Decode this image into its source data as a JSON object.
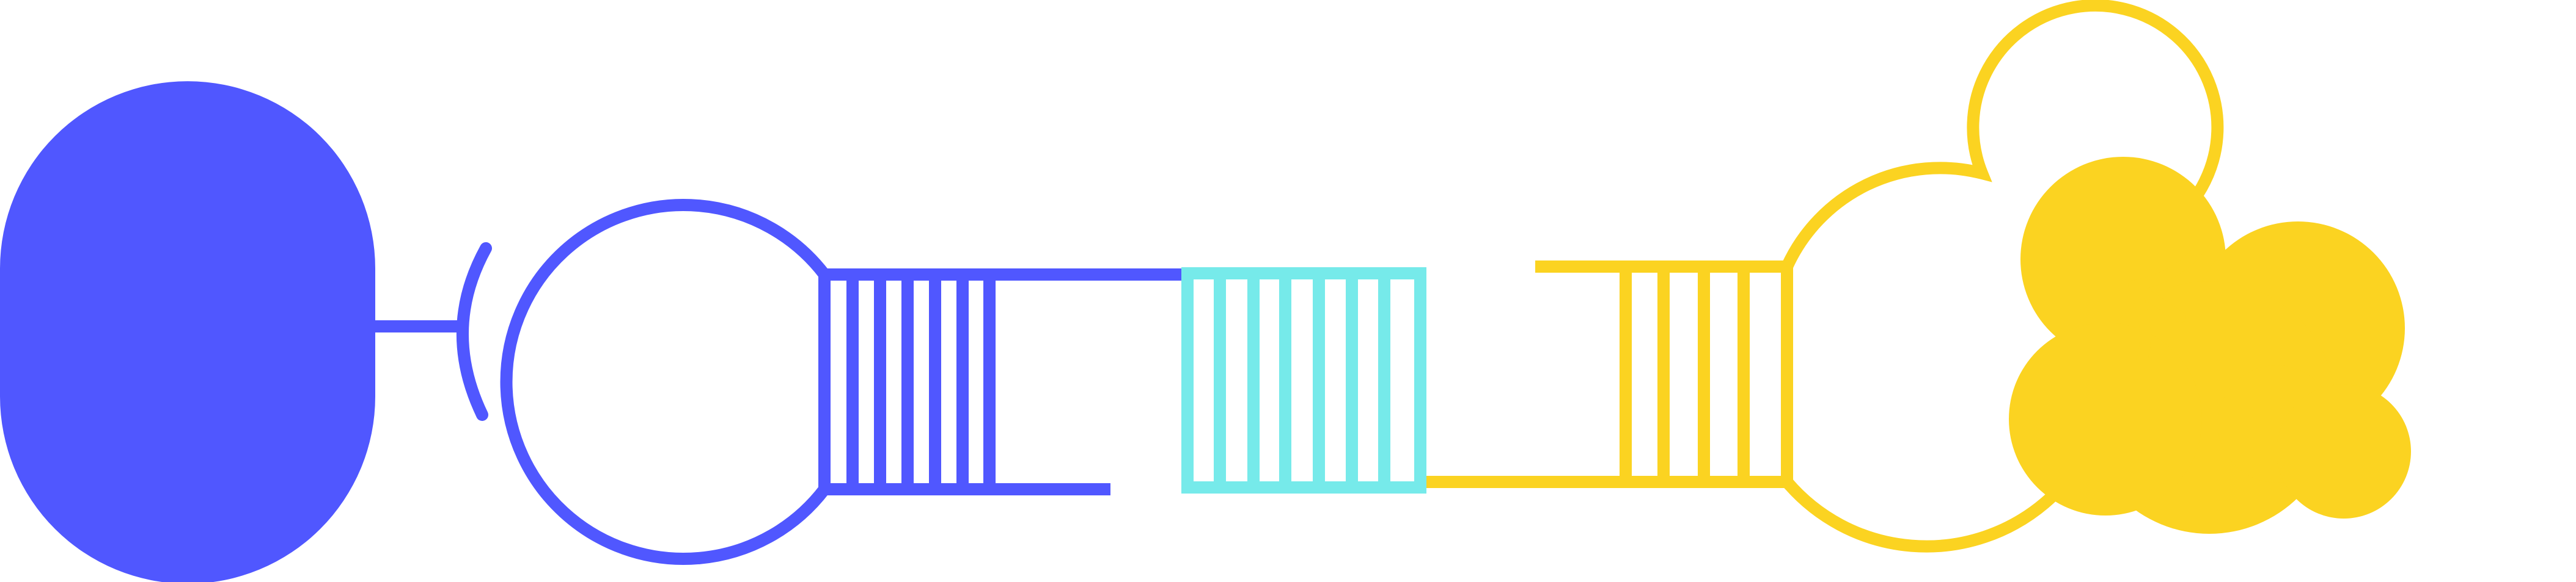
{
  "diagram": {
    "colors": {
      "blue": "#5057FF",
      "cyan": "#76EAEA",
      "yellow": "#FBD321",
      "background": "#FFFFFF"
    },
    "parts": [
      {
        "name": "blue-rounded-block",
        "color": "blue"
      },
      {
        "name": "blue-connector",
        "color": "blue"
      },
      {
        "name": "blue-hairpin-loop",
        "color": "blue"
      },
      {
        "name": "blue-ladder-duplex",
        "color": "blue"
      },
      {
        "name": "cyan-ladder-duplex",
        "color": "cyan"
      },
      {
        "name": "yellow-ladder-duplex",
        "color": "yellow"
      },
      {
        "name": "yellow-multi-loop",
        "color": "yellow"
      },
      {
        "name": "yellow-cloud",
        "color": "yellow"
      }
    ]
  }
}
